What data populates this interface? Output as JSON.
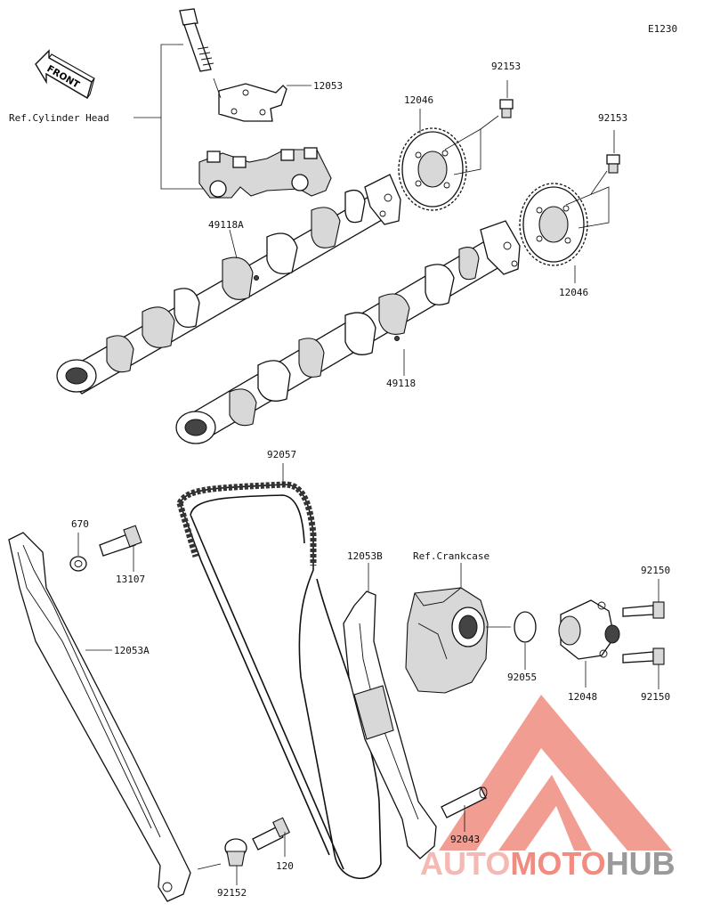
{
  "diagram": {
    "code": "E1230",
    "front_label": "FRONT",
    "ref_cylinder_head": "Ref.Cylinder Head",
    "ref_crankcase": "Ref.Crankcase",
    "parts": {
      "p12053": "12053",
      "p92153_a": "92153",
      "p92153_b": "92153",
      "p12046_a": "12046",
      "p12046_b": "12046",
      "p49118A": "49118A",
      "p49118": "49118",
      "p92057": "92057",
      "p670": "670",
      "p13107": "13107",
      "p12053B": "12053B",
      "p12053A": "12053A",
      "p92055": "92055",
      "p92150_a": "92150",
      "p92150_b": "92150",
      "p12048": "12048",
      "p92043": "92043",
      "p120": "120",
      "p92152": "92152"
    }
  },
  "watermark": {
    "text_a": "AUTO",
    "text_b": "MOTO",
    "text_c": "HUB",
    "color_a": "#f4b9b2",
    "color_b": "#f08c80",
    "color_c": "#9a9a9a"
  }
}
